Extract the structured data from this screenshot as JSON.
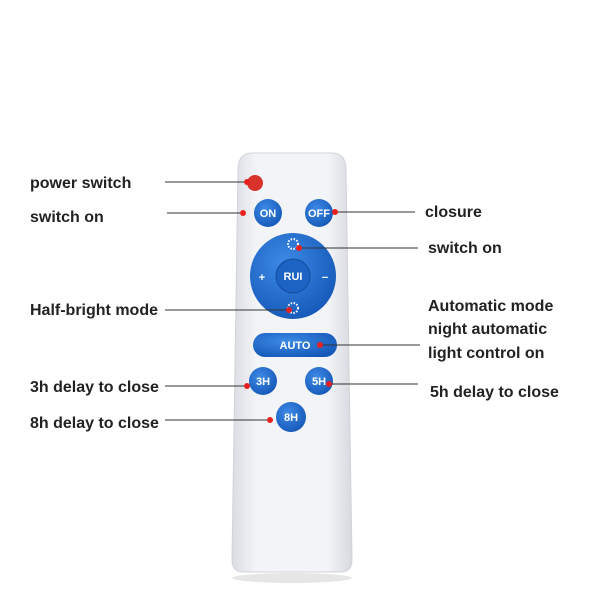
{
  "buttons": {
    "on": "ON",
    "off": "OFF",
    "center": "RUI",
    "plus": "+",
    "minus": "−",
    "auto": "AUTO",
    "h3": "3H",
    "h5": "5H",
    "h8": "8H"
  },
  "labels": {
    "power": "power switch",
    "switch_on_left": "switch on",
    "closure": "closure",
    "switch_on_right": "switch on",
    "half_bright": "Half-bright mode",
    "auto_lines": [
      "Automatic mode",
      "night automatic",
      "light control on"
    ],
    "delay3": "3h delay to close",
    "delay5": "5h delay to close",
    "delay8": "8h delay to close"
  },
  "colors": {
    "button_blue": "#1f6fd0",
    "power_red": "#d9322b",
    "marker": "#e5201f",
    "remote_body": "#eef0f4"
  }
}
